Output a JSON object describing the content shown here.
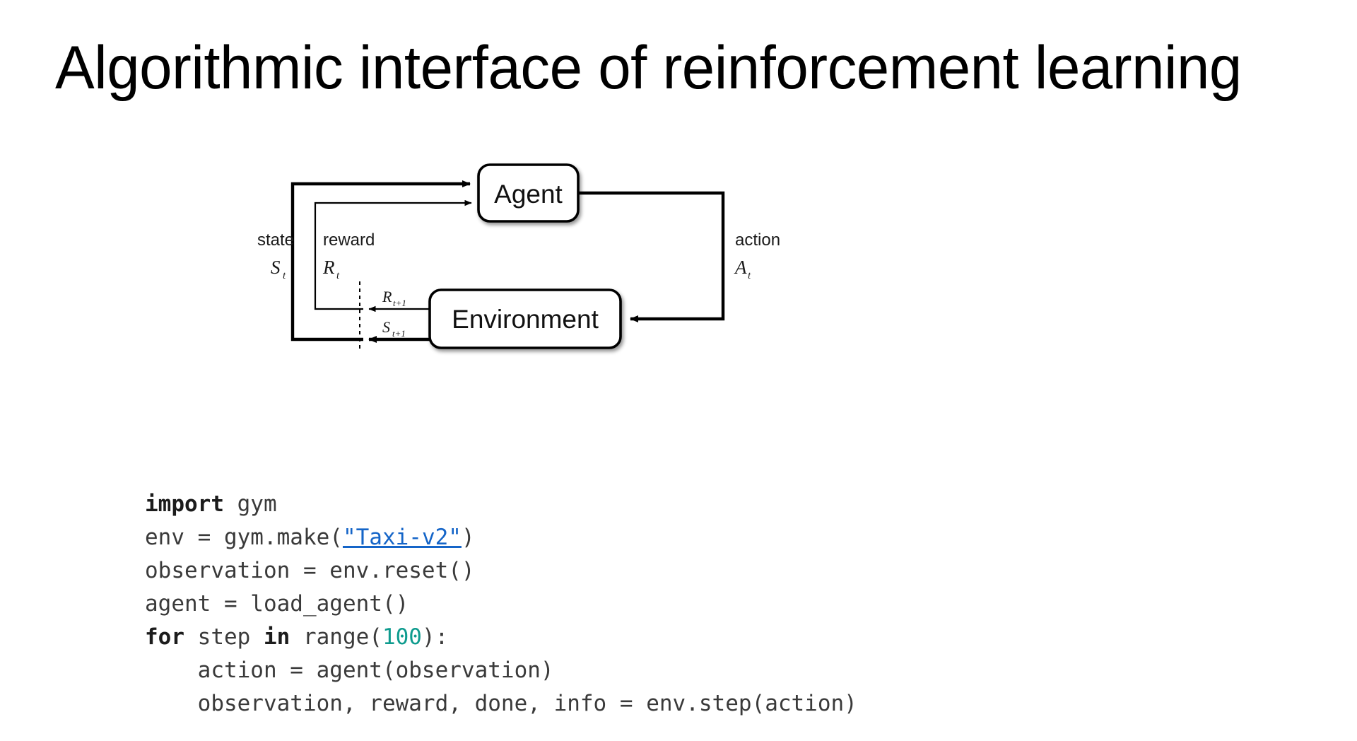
{
  "slide": {
    "title": "Algorithmic interface of reinforcement learning",
    "background_color": "#ffffff"
  },
  "diagram": {
    "name": "reinforcement-learning-loop",
    "nodes": [
      {
        "id": "agent",
        "label": "Agent"
      },
      {
        "id": "environment",
        "label": "Environment"
      }
    ],
    "edge_labels": {
      "state_word": "state",
      "state_symbol": "S",
      "state_subscript": "t",
      "reward_word": "reward",
      "reward_symbol": "R",
      "reward_subscript": "t",
      "action_word": "action",
      "action_symbol": "A",
      "action_subscript": "t",
      "next_reward_symbol": "R",
      "next_reward_subscript": "t+1",
      "next_state_symbol": "S",
      "next_state_subscript": "t+1"
    }
  },
  "code": {
    "language": "python",
    "link_color": "#1565c8",
    "number_color": "#0e9b8e",
    "keyword_color": "#1c1c1c",
    "text_color": "#3a3a3a",
    "lines": [
      {
        "id": "l1",
        "tokens": [
          {
            "t": "import",
            "k": "kw"
          },
          {
            "t": " gym",
            "k": "plain"
          }
        ]
      },
      {
        "id": "l2",
        "tokens": [
          {
            "t": "env = gym.make(",
            "k": "plain"
          },
          {
            "t": "\"Taxi-v2\"",
            "k": "str-link"
          },
          {
            "t": ")",
            "k": "plain"
          }
        ]
      },
      {
        "id": "l3",
        "tokens": [
          {
            "t": "observation = env.reset()",
            "k": "plain"
          }
        ]
      },
      {
        "id": "l4",
        "tokens": [
          {
            "t": "agent = load_agent()",
            "k": "plain"
          }
        ]
      },
      {
        "id": "l5",
        "tokens": [
          {
            "t": "for",
            "k": "kw"
          },
          {
            "t": " step ",
            "k": "plain"
          },
          {
            "t": "in",
            "k": "kw"
          },
          {
            "t": " range(",
            "k": "plain"
          },
          {
            "t": "100",
            "k": "num"
          },
          {
            "t": "):",
            "k": "plain"
          }
        ]
      },
      {
        "id": "l6",
        "tokens": [
          {
            "t": "    action = agent(observation)",
            "k": "plain"
          }
        ]
      },
      {
        "id": "l7",
        "tokens": [
          {
            "t": "    observation, reward, done, info = env.step(action)",
            "k": "plain"
          }
        ]
      }
    ]
  }
}
